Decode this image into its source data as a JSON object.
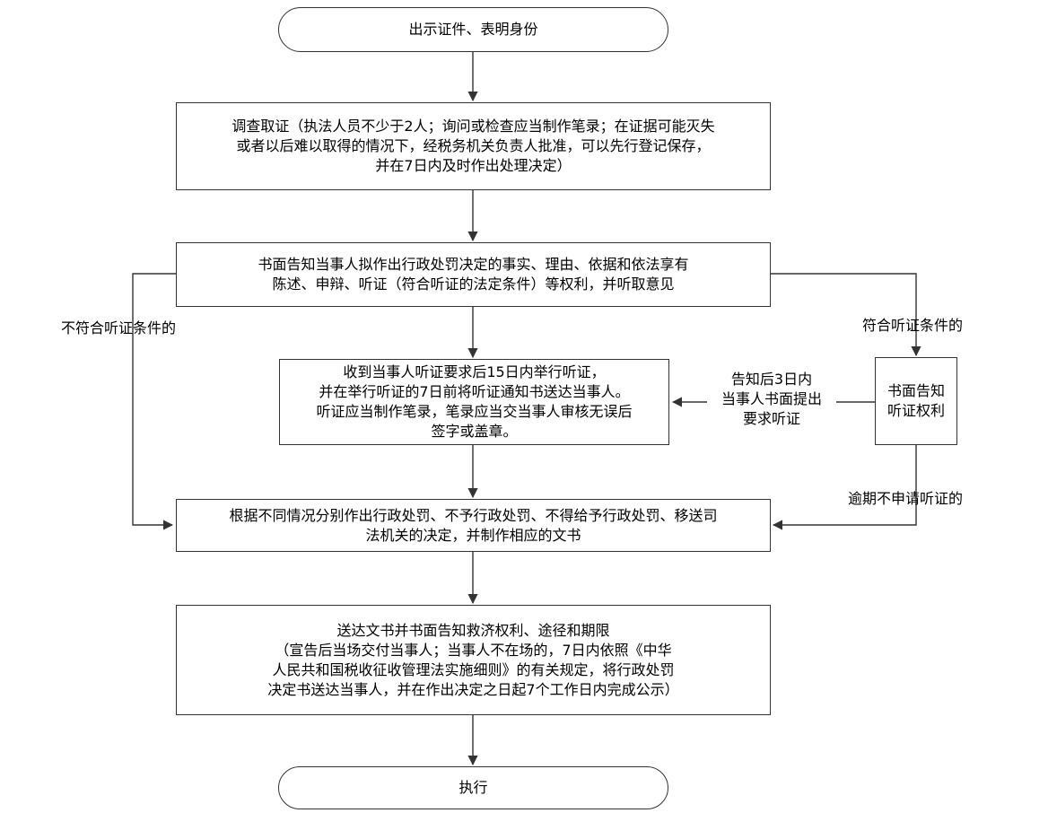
{
  "nodes": {
    "start": "出示证件、表明身份",
    "investigate": [
      "调查取证（执法人员不少于2人；询问或检查应当制作笔录；在证据可能灭失",
      "或者以后难以取得的情况下，经税务机关负责人批准，可以先行登记保存，",
      "并在7日内及时作出处理决定）"
    ],
    "notify": [
      "书面告知当事人拟作出行政处罚决定的事实、理由、依据和依法享有",
      "陈述、申辩、听证（符合听证的法定条件）等权利，并听取意见"
    ],
    "hearing": [
      "收到当事人听证要求后15日内举行听证，",
      "并在举行听证的7日前将听证通知书送达当事人。",
      "听证应当制作笔录，笔录应当交当事人审核无误后",
      "签字或盖章。"
    ],
    "notify_hearing_right": [
      "书面告知",
      "听证权利"
    ],
    "decision": [
      "根据不同情况分别作出行政处罚、不予行政处罚、不得给予行政处罚、移送司",
      "法机关的决定，并制作相应的文书"
    ],
    "deliver": [
      "送达文书并书面告知救济权利、途径和期限",
      "（宣告后当场交付当事人；当事人不在场的，7日内依照《中华",
      "人民共和国税收征收管理法实施细则》的有关规定，将行政处罚",
      "决定书送达当事人，并在作出决定之日起7个工作日内完成公示）"
    ],
    "end": "执行"
  },
  "edge_labels": {
    "not_qualified": "不符合听证条件的",
    "qualified": "符合听证条件的",
    "request_within_3days": [
      "告知后3日内",
      "当事人书面提出",
      "要求听证"
    ],
    "overdue": "逾期不申请听证的"
  }
}
